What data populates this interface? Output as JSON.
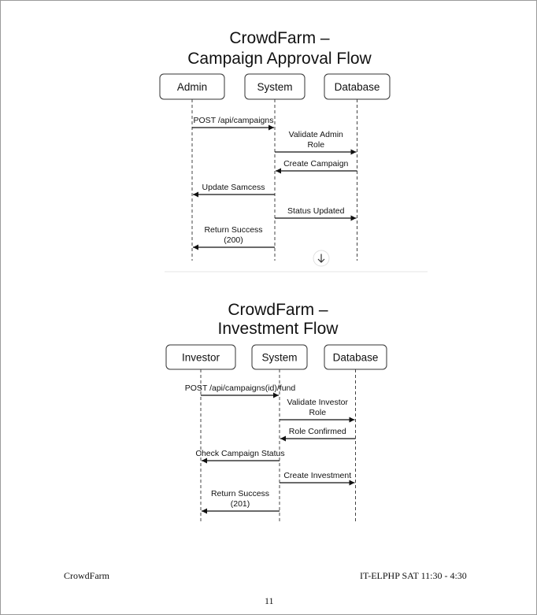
{
  "diagrams": [
    {
      "title_line1": "CrowdFarm –",
      "title_line2": "Campaign Approval Flow",
      "actors": [
        "Admin",
        "System",
        "Database"
      ],
      "messages": [
        {
          "from": 0,
          "to": 1,
          "lines": [
            "POST /api/campaigns"
          ]
        },
        {
          "from": 1,
          "to": 2,
          "lines": [
            "Validate Admin",
            "Role"
          ]
        },
        {
          "from": 2,
          "to": 1,
          "lines": [
            "Create Campaign"
          ]
        },
        {
          "from": 1,
          "to": 0,
          "lines": [
            "Update Samcess"
          ]
        },
        {
          "from": 1,
          "to": 2,
          "lines": [
            "Status Updated"
          ]
        },
        {
          "from": 1,
          "to": 0,
          "lines": [
            "Return Success",
            "(200)"
          ]
        }
      ]
    },
    {
      "title_line1": "CrowdFarm –",
      "title_line2": "Investment Flow",
      "actors": [
        "Investor",
        "System",
        "Database"
      ],
      "messages": [
        {
          "from": 0,
          "to": 1,
          "lines": [
            "POST /api/campaigns(id)/fund"
          ]
        },
        {
          "from": 1,
          "to": 2,
          "lines": [
            "Validate Investor",
            "Role"
          ]
        },
        {
          "from": 2,
          "to": 1,
          "lines": [
            "Role Confirmed"
          ]
        },
        {
          "from": 1,
          "to": 0,
          "lines": [
            "Check Campaign Status"
          ]
        },
        {
          "from": 1,
          "to": 2,
          "lines": [
            "Create Investment"
          ]
        },
        {
          "from": 1,
          "to": 0,
          "lines": [
            "Return Success",
            "(201)"
          ]
        }
      ]
    }
  ],
  "scroll_icon": "arrow-down-icon",
  "footer": {
    "left": "CrowdFarm",
    "right": "IT-ELPHP SAT 11:30 - 4:30",
    "page_number": "11"
  }
}
